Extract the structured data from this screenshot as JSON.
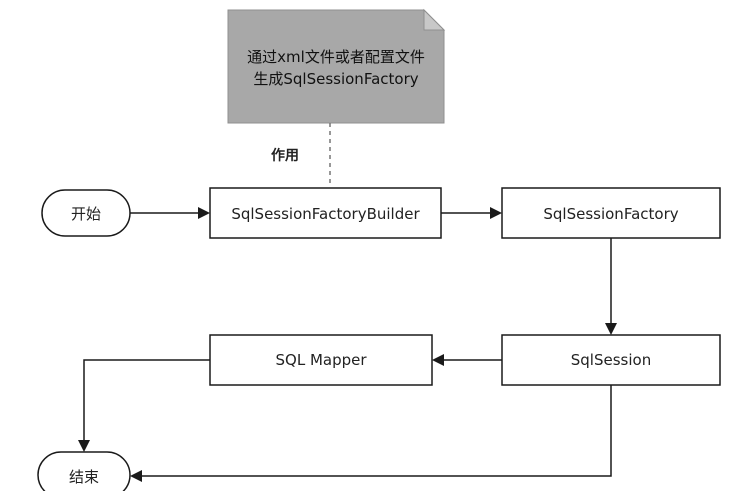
{
  "note": {
    "line1": "通过xml文件或者配置文件",
    "line2": "生成SqlSessionFactory",
    "fill_color": "#a8a8a8"
  },
  "edge_label": "作用",
  "nodes": {
    "start": "开始",
    "builder": "SqlSessionFactoryBuilder",
    "factory": "SqlSessionFactory",
    "session": "SqlSession",
    "mapper": "SQL Mapper",
    "end": "结束"
  },
  "colors": {
    "stroke": "#1a1a1a",
    "dashed": "#777777"
  }
}
